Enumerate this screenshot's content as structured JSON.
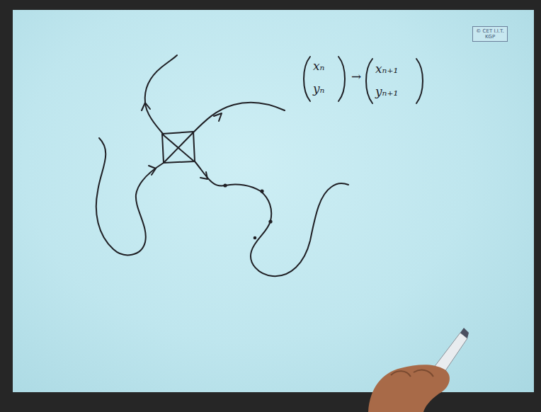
{
  "diagram": {
    "nodes": [
      {
        "text": [
          "© CET I.I.T. KGP"
        ]
      }
    ],
    "labels": [
      "xₙ",
      "yₙ",
      "→",
      "xₙ₊₁",
      "yₙ₊₁"
    ]
  }
}
